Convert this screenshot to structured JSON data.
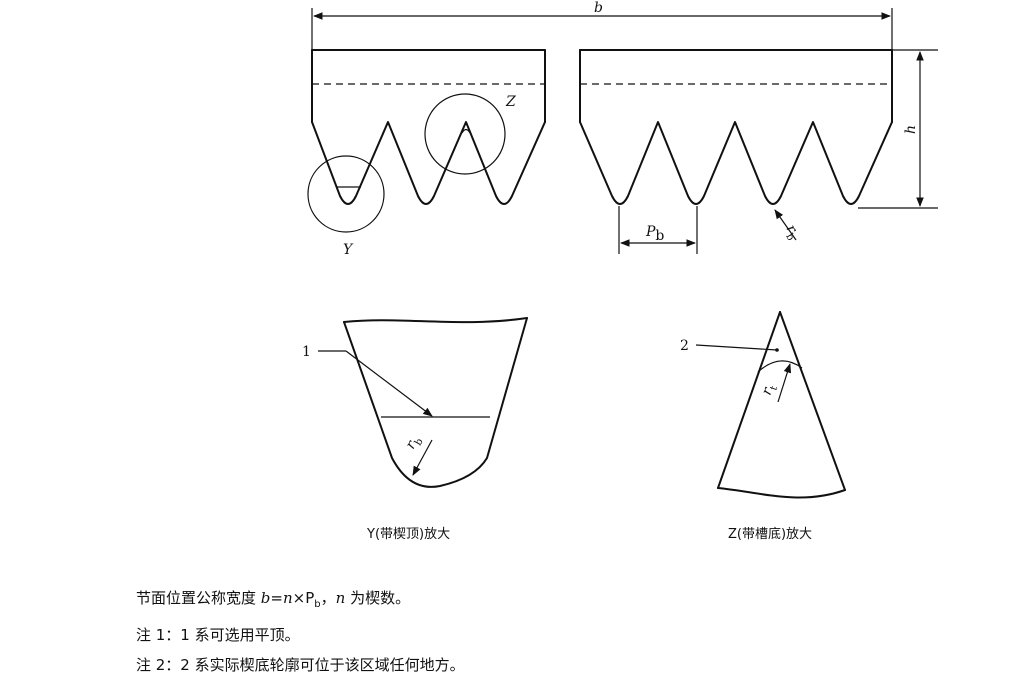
{
  "labels": {
    "b": "b",
    "h": "h",
    "Z": "Z",
    "Y": "Y",
    "Pb": "P",
    "Pb_sub": "b",
    "rb": "r",
    "rb_sub": "b",
    "rt": "r",
    "rt_sub": "t",
    "callout1": "1",
    "callout2": "2"
  },
  "captions": {
    "y_detail": "Y(带楔顶)放大",
    "z_detail": "Z(带槽底)放大"
  },
  "notes": {
    "formula_prefix": "节面位置公称宽度 ",
    "formula_b": "b",
    "formula_eq": "=",
    "formula_n": "n",
    "formula_times": "×P",
    "formula_sub": "b",
    "formula_sep": "，",
    "formula_n2": "n",
    "formula_suffix": " 为楔数。",
    "note1": "注 1：1 系可选用平顶。",
    "note2": "注 2：2 系实际楔底轮廓可位于该区域任何地方。"
  }
}
